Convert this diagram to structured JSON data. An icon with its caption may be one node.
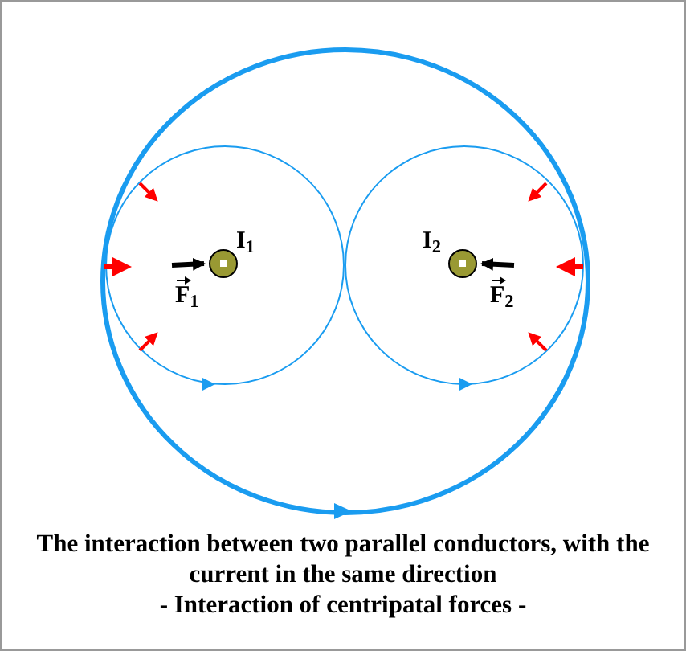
{
  "diagram": {
    "caption": "The interaction between two parallel conductors, with the current in the same direction",
    "nodes": [
      {
        "text": [],
        "shape": "circle",
        "beside": [
          "I$_{1}$"
        ]
      },
      {
        "text": [],
        "shape": "circle",
        "beside": [
          "I$_{2}$"
        ]
      }
    ],
    "edges": [
      {
        "from": null,
        "to": 0,
        "arrow": "to",
        "label": "F$_{1}$"
      },
      {
        "from": null,
        "to": 1,
        "arrow": "to",
        "label": "F$_{2}$"
      }
    ],
    "labels": [
      "- Interaction of centripatal forces -"
    ]
  }
}
